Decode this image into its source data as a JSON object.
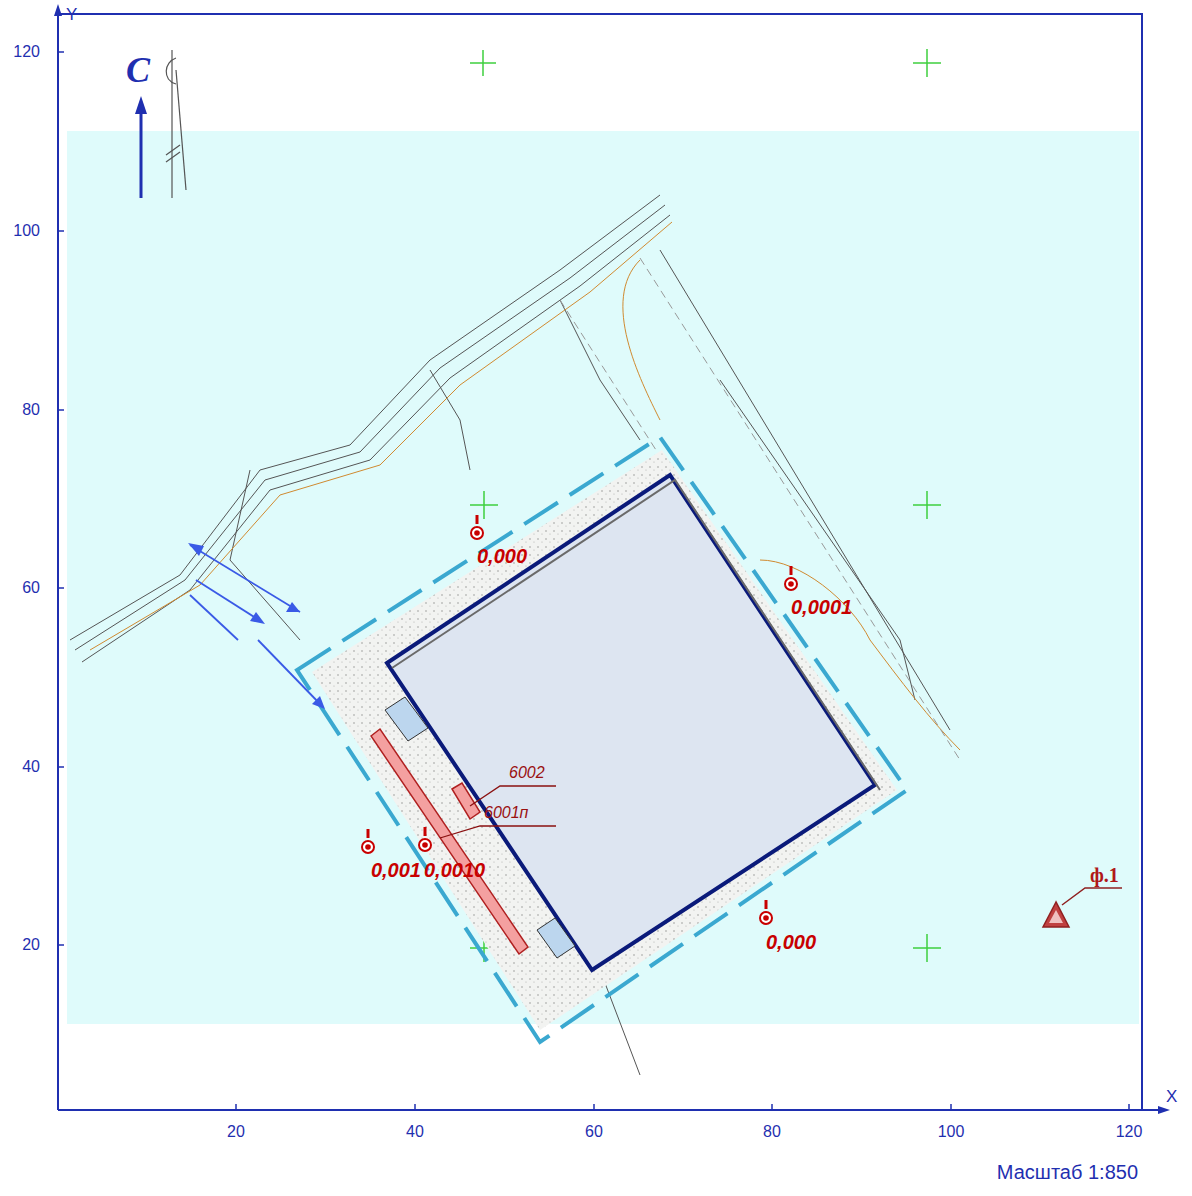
{
  "diagram": {
    "labels": [
      "Y",
      "X",
      "120",
      "100",
      "80",
      "60",
      "40",
      "20",
      "20",
      "40",
      "60",
      "80",
      "100",
      "120",
      "С",
      "0,000",
      "0,0001",
      "0,001",
      "0,0010",
      "0,000",
      "6002",
      "6001п",
      "ф.1",
      "Масштаб 1:850"
    ]
  }
}
